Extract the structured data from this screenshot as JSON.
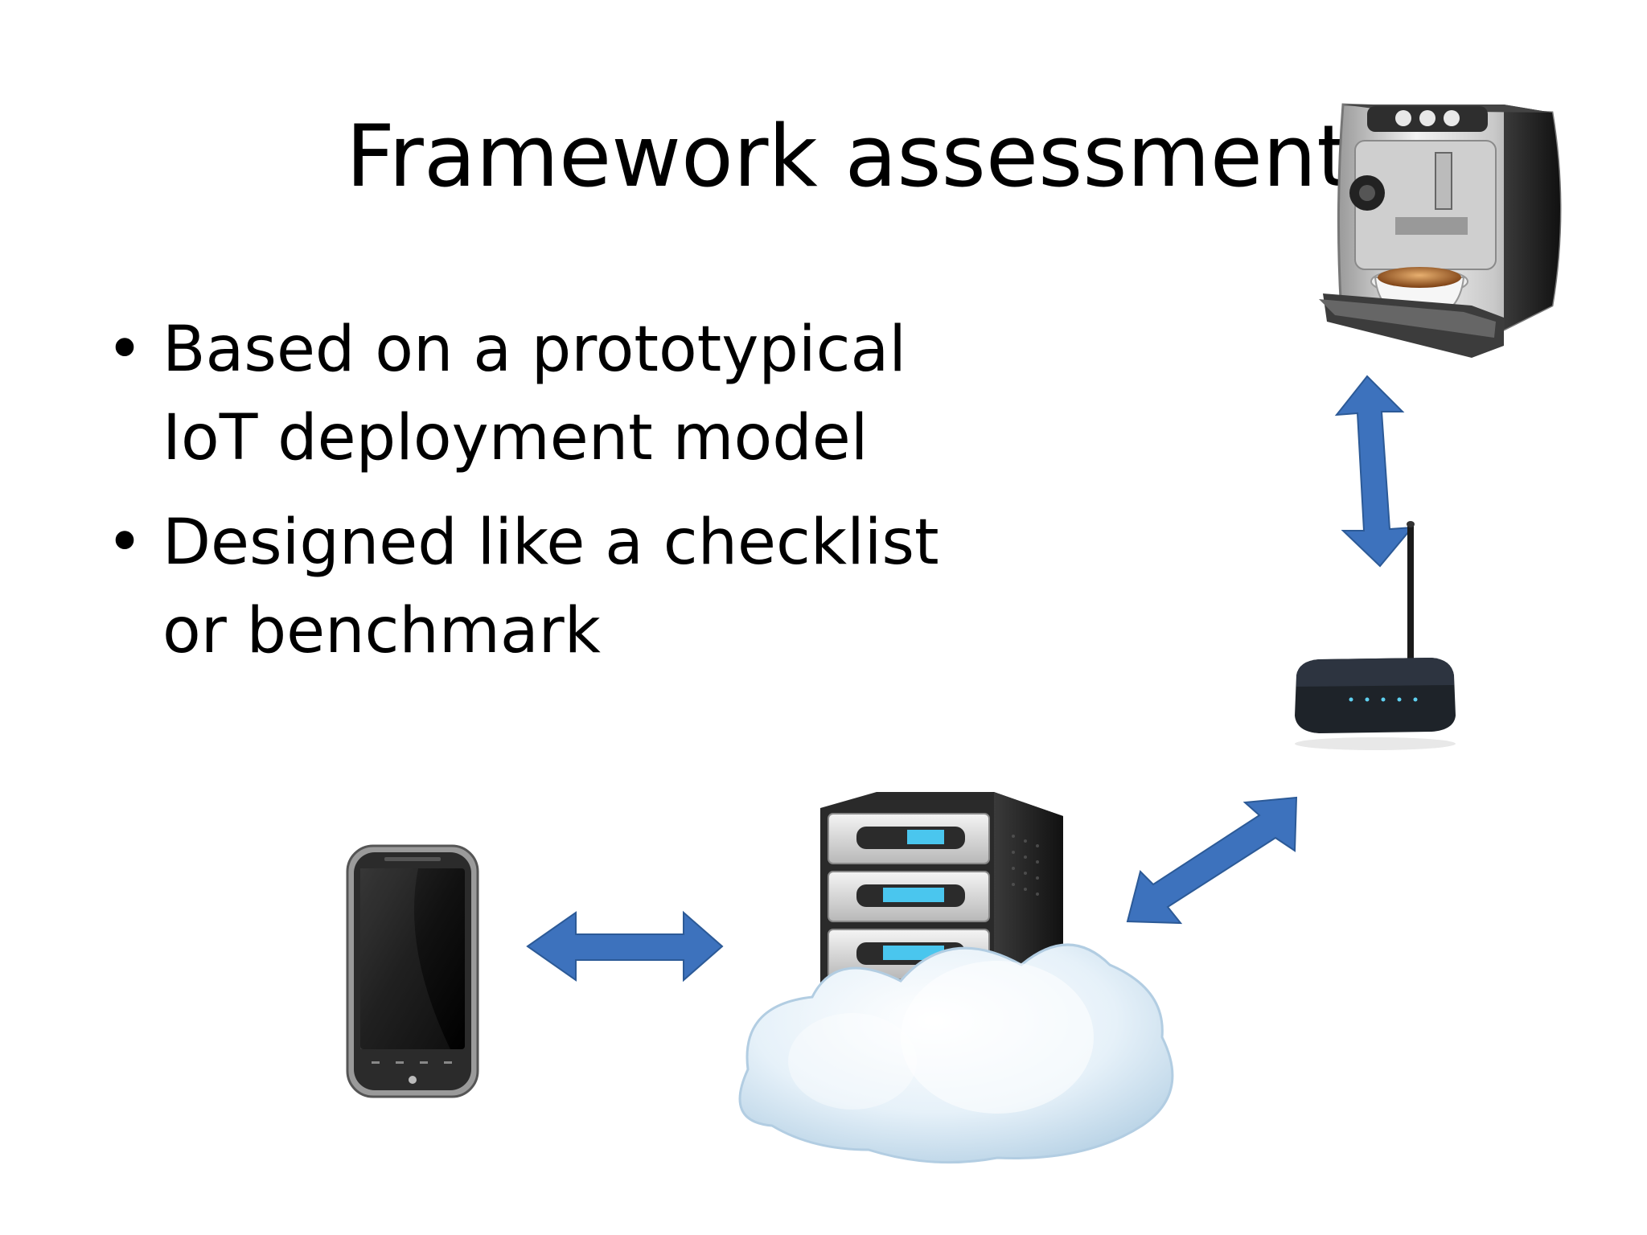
{
  "slide": {
    "title": "Framework assessment",
    "bullets": [
      "Based on a prototypical IoT deployment model",
      "Designed like a checklist or benchmark"
    ],
    "bullet_symbol": "•"
  },
  "diagram": {
    "nodes": [
      "coffee-machine",
      "wifi-router",
      "cloud-server",
      "smartphone"
    ],
    "connections": [
      {
        "from": "coffee-machine",
        "to": "wifi-router",
        "direction": "bidirectional"
      },
      {
        "from": "wifi-router",
        "to": "cloud-server",
        "direction": "bidirectional"
      },
      {
        "from": "cloud-server",
        "to": "smartphone",
        "direction": "bidirectional"
      }
    ],
    "arrow_color": "#3d72bd"
  }
}
